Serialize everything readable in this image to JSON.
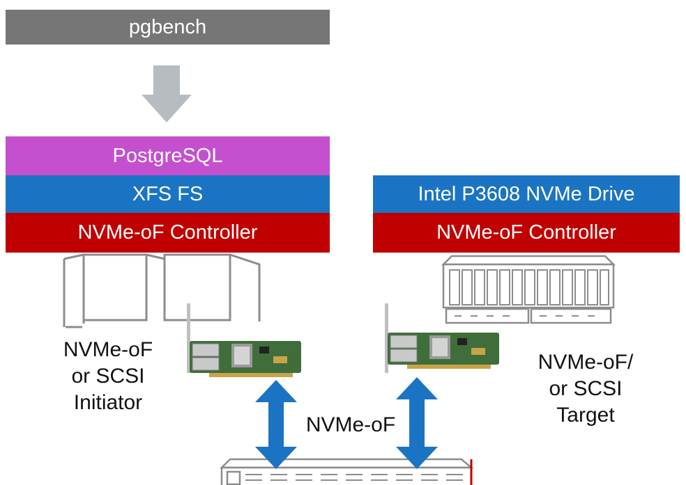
{
  "top": {
    "label": "pgbench"
  },
  "host_stack": {
    "app": "PostgreSQL",
    "fs": "XFS FS",
    "controller": "NVMe-oF Controller"
  },
  "target_stack": {
    "drive": "Intel P3608 NVMe Drive",
    "controller": "NVMe-oF Controller"
  },
  "labels": {
    "initiator": [
      "NVMe-oF",
      "or SCSI",
      "Initiator"
    ],
    "target": [
      "NVMe-oF/",
      "or SCSI",
      "Target"
    ],
    "fabric": "NVMe-oF"
  },
  "colors": {
    "top_bar": "#767676",
    "app": "#c44fcf",
    "fs": "#1b74c3",
    "controller": "#c00000",
    "flow_arrow": "#b7bcc1",
    "fabric_arrow": "#1b74c3"
  },
  "icons": [
    "server-icon",
    "storage-array-icon",
    "hba-card-icon",
    "network-switch-icon"
  ]
}
